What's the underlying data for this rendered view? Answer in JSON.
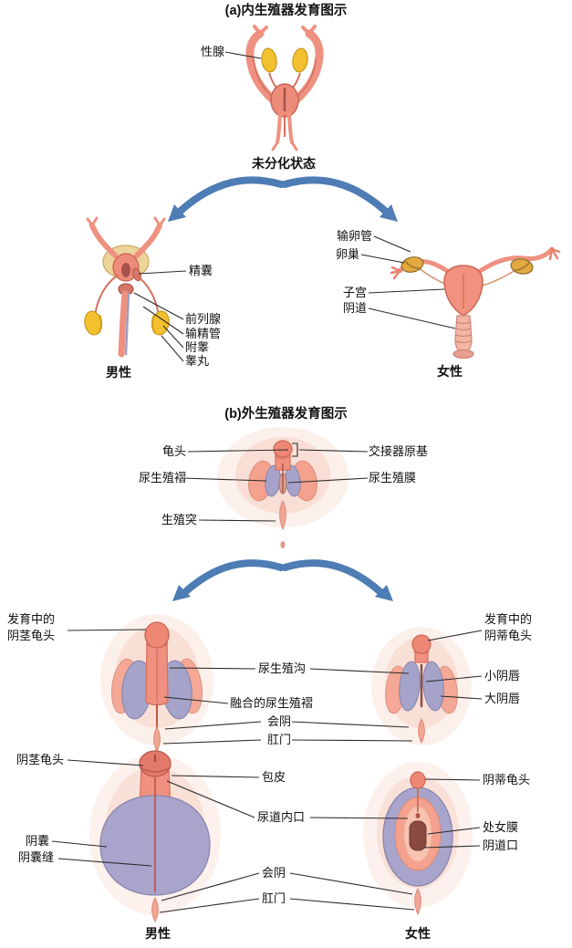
{
  "colors": {
    "organ_pink": "#F2917F",
    "organ_stroke": "#C96654",
    "gonad_yellow": "#F3C12F",
    "ovary_gold": "#E3A93F",
    "swelling_purple": "#A5A3C9",
    "scrotum_purple": "#A8A4CC",
    "arrow_blue": "#4E7CB4",
    "glow_pink": "#FAE3DA",
    "text": "#111111"
  },
  "section_a": {
    "title": "(a)内生殖器发育图示",
    "gonad": "性腺",
    "undifferentiated_state": "未分化状态",
    "male": {
      "caption": "男性",
      "seminal_vesicle": "精囊",
      "prostate": "前列腺",
      "vas_deferens": "输精管",
      "epididymis": "附睾",
      "testis": "睾丸"
    },
    "female": {
      "caption": "女性",
      "fallopian_tube": "输卵管",
      "ovary": "卵巢",
      "uterus": "子宫",
      "vagina": "阴道"
    }
  },
  "section_b": {
    "title": "(b)外生殖器发育图示",
    "undifferentiated": {
      "glans": "龟头",
      "urogenital_fold": "尿生殖褶",
      "genital_tubercle": "生殖突",
      "copulatory_organ_primordium": "交接器原基",
      "urogenital_membrane": "尿生殖膜"
    },
    "developing": {
      "male_glans_line1": "发育中的",
      "male_glans_line2": "阴茎龟头",
      "urogenital_groove": "尿生殖沟",
      "fused_urogenital_folds": "融合的尿生殖褶",
      "perineum": "会阴",
      "anus": "肛门",
      "female_glans_line1": "发育中的",
      "female_glans_line2": "阴蒂龟头",
      "labia_minora": "小阴唇",
      "labia_majora": "大阴唇"
    },
    "mature": {
      "penis_glans": "阴茎龟头",
      "scrotum": "阴囊",
      "scrotal_raphe": "阴囊缝",
      "foreskin": "包皮",
      "urethral_opening": "尿道内口",
      "perineum": "会阴",
      "anus": "肛门",
      "clitoral_glans": "阴蒂龟头",
      "hymen": "处女膜",
      "vaginal_opening": "阴道口",
      "male_caption": "男性",
      "female_caption": "女性"
    }
  }
}
